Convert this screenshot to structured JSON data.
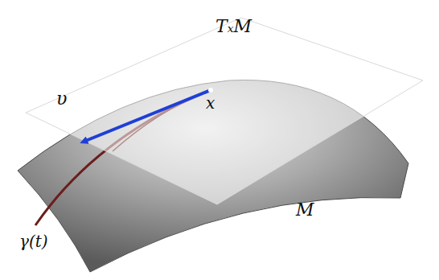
{
  "diagram": {
    "labels": [
      "TₓM",
      "x",
      "υ",
      "γ(t)",
      "M"
    ]
  }
}
